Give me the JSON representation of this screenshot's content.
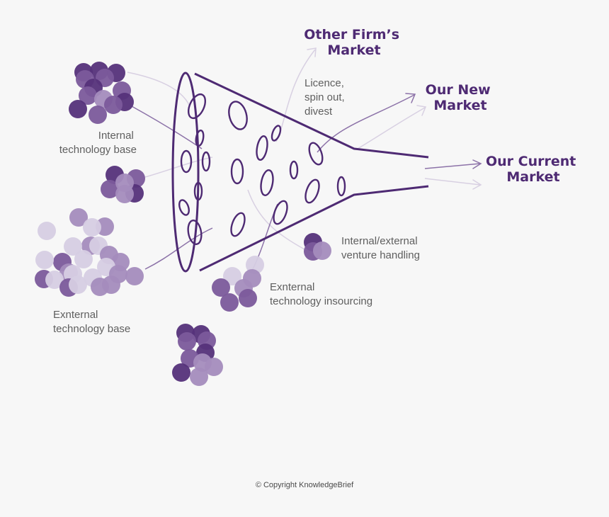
{
  "labels": {
    "other_firms_market": [
      "Other Firm’s",
      "Market"
    ],
    "our_new_market": [
      "Our New",
      "Market"
    ],
    "our_current_market": [
      "Our Current",
      "Market"
    ],
    "licence": [
      "Licence,",
      "spin out,",
      "divest"
    ],
    "internal_base": [
      "Internal",
      "technology base"
    ],
    "external_base": [
      "Exnternal",
      "technology base"
    ],
    "venture_handling": [
      "Internal/external",
      "venture handling"
    ],
    "insourcing": [
      "Exnternal",
      "technology insourcing"
    ]
  },
  "copyright": "© Copyright KnowledgeBrief",
  "colors": {
    "dark_purple": "#55327a",
    "mid_purple": "#7b5a9b",
    "light_purple": "#a48cbd",
    "pale_lavender": "#d6cde3",
    "funnel_stroke": "#4e2a73",
    "line_light": "#cfc6dc",
    "line_mid": "#8c72a8",
    "label_market": "#4e2a73",
    "label_grey": "#5f5f5f",
    "background": "#f7f7f7"
  }
}
